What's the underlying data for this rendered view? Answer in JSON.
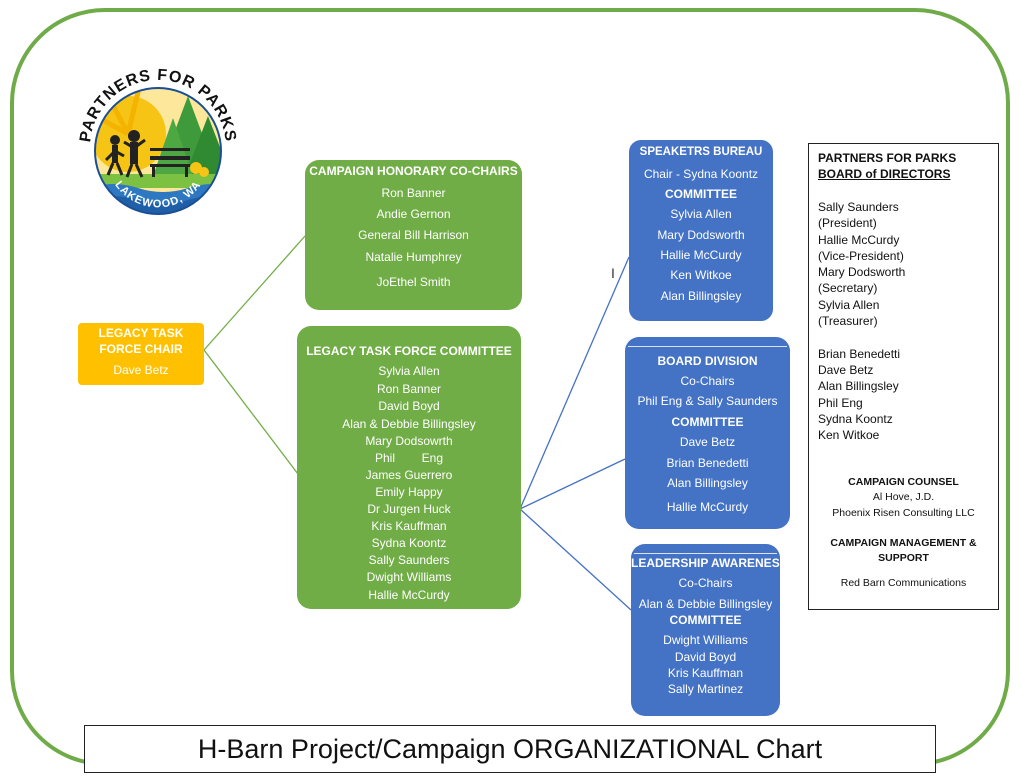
{
  "logo": {
    "top_text": "PARTNERS FOR PARKS",
    "bottom_text": "LAKEWOOD, WA",
    "colors": {
      "sun": "#f6c414",
      "tree": "#3f9a3b",
      "water": "#2d78c1",
      "ring": "#1a4f95"
    }
  },
  "legacy_chair": {
    "heading_line1": "LEGACY TASK",
    "heading_line2": "FORCE CHAIR",
    "name": "Dave Betz"
  },
  "honorary": {
    "heading": "CAMPAIGN HONORARY CO-CHAIRS",
    "names": [
      "Ron Banner",
      "Andie Gernon",
      "General Bill Harrison",
      "Natalie Humphrey",
      "JoEthel Smith"
    ]
  },
  "committee": {
    "heading": "LEGACY TASK FORCE COMMITTEE",
    "names": [
      "Sylvia Allen",
      "Ron Banner",
      "David Boyd",
      "Alan & Debbie Billingsley",
      "Mary Dodsowrth",
      "Phil        Eng",
      "James Guerrero",
      "Emily Happy",
      "Dr Jurgen Huck",
      "Kris Kauffman",
      "Sydna Koontz",
      "Sally Saunders",
      "Dwight Williams",
      "Hallie McCurdy"
    ]
  },
  "speakers": {
    "heading": "SPEAKETRS BUREAU",
    "chair": "Chair - Sydna Koontz",
    "committee_label": "COMMITTEE",
    "names": [
      "Sylvia Allen",
      "Mary Dodsworth",
      "Hallie McCurdy",
      "Ken Witkoe",
      "Alan Billingsley"
    ]
  },
  "board_division": {
    "heading": "BOARD DIVISION",
    "cochairs_label": "Co-Chairs",
    "cochairs": "Phil Eng & Sally Saunders",
    "committee_label": "COMMITTEE",
    "names": [
      "Dave Betz",
      "Brian Benedetti",
      "Alan Billingsley",
      "Hallie McCurdy"
    ]
  },
  "leadership": {
    "heading": "LEADERSHIP AWARENESS",
    "cochairs_label": "Co-Chairs",
    "cochairs": "Alan & Debbie Billingsley",
    "committee_label": "COMMITTEE",
    "names": [
      "Dwight Williams",
      "David Boyd",
      "Kris Kauffman",
      "Sally Martinez"
    ]
  },
  "directors": {
    "heading_line1": "PARTNERS FOR PARKS",
    "heading_line2": "BOARD of DIRECTORS",
    "officers": [
      "Sally Saunders",
      "(President)",
      "Hallie McCurdy",
      "(Vice-President)",
      "Mary Dodsworth",
      "(Secretary)",
      "Sylvia Allen",
      "(Treasurer)"
    ],
    "members": [
      "Brian Benedetti",
      "Dave Betz",
      "Alan Billingsley",
      "Phil Eng",
      "Sydna Koontz",
      "Ken Witkoe"
    ],
    "counsel_heading": "CAMPAIGN COUNSEL",
    "counsel_name": "Al Hove, J.D.",
    "counsel_firm": "Phoenix Risen Consulting LLC",
    "management_heading_line1": "CAMPAIGN MANAGEMENT &",
    "management_heading_line2": "SUPPORT",
    "management_name": "Red Barn Communications"
  },
  "footer_title": "H-Barn Project/Campaign ORGANIZATIONAL Chart",
  "colors": {
    "frame": "#6fab48",
    "green_box": "#71ad47",
    "blue_box": "#4472c4",
    "yellow_box": "#ffc000"
  }
}
